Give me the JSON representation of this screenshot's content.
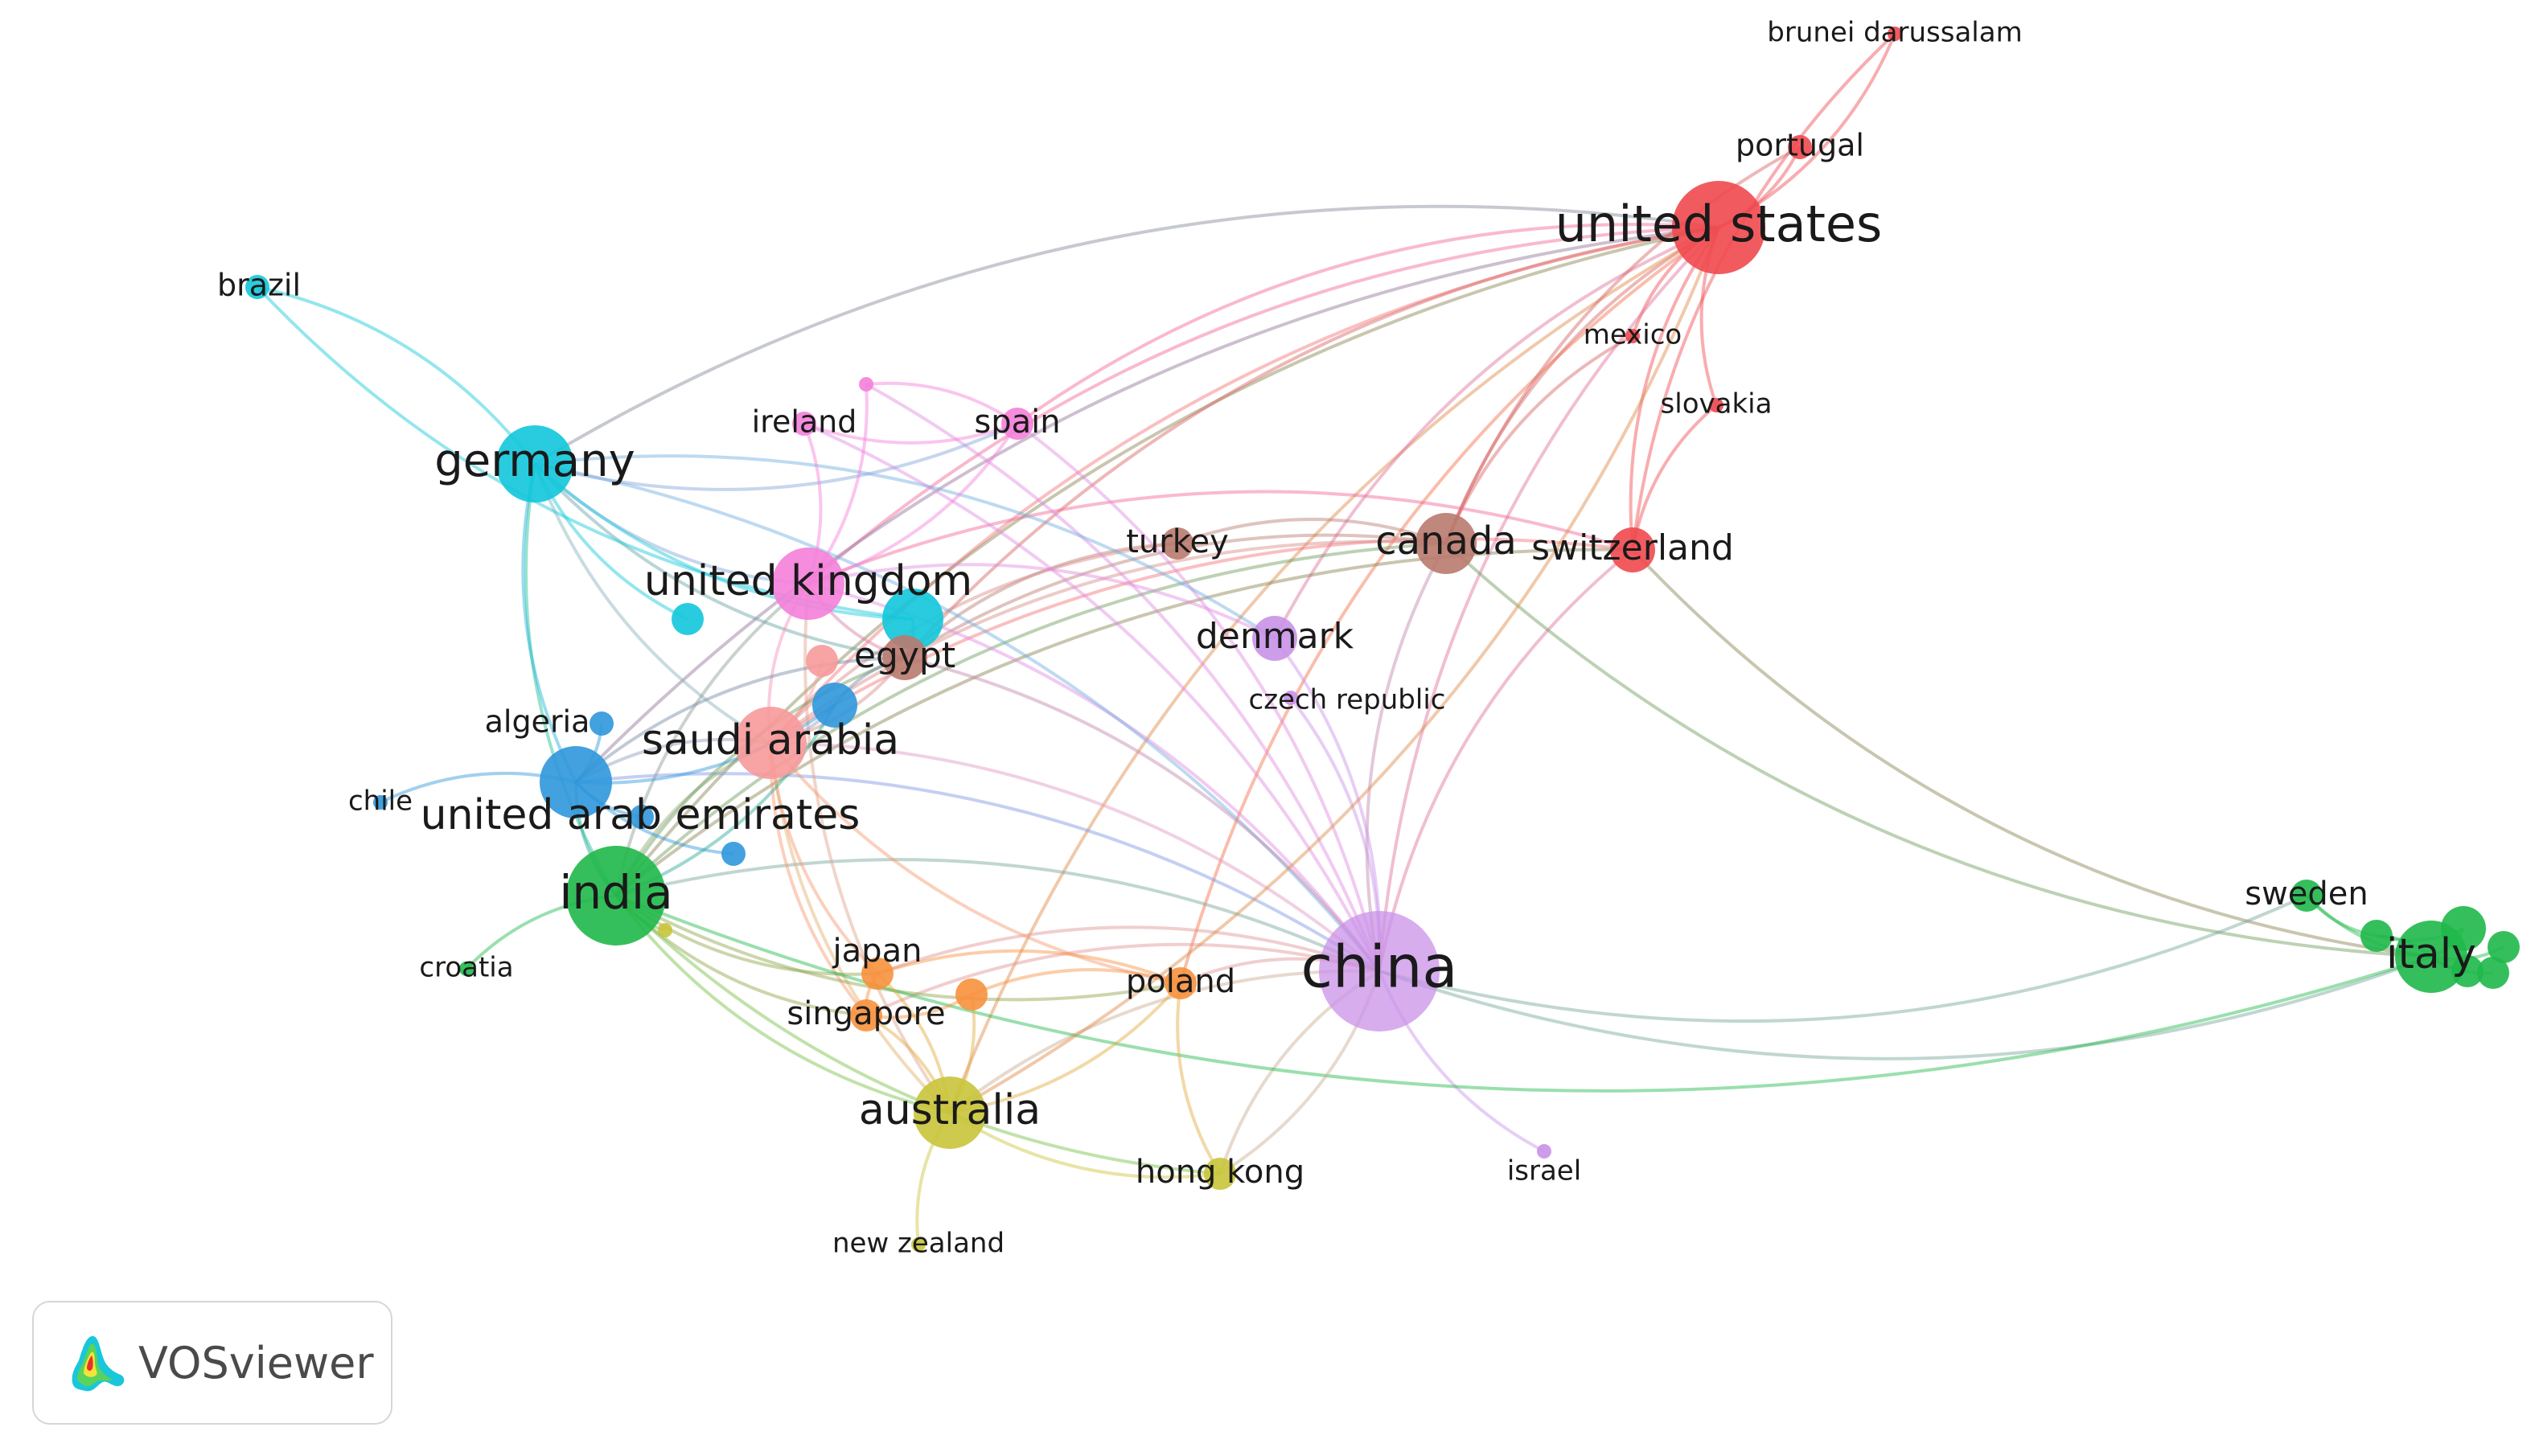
{
  "app": {
    "name": "VOSviewer"
  },
  "network": {
    "clusters": {
      "red": "#f0494f",
      "green": "#1fb84a",
      "blue": "#2f97dc",
      "olive": "#c9c43a",
      "purple": "#c992e8",
      "cyan": "#12c7da",
      "orange": "#f7913d",
      "brown": "#b97a6e",
      "pink": "#f47fd9",
      "salmon": "#f79a9a"
    },
    "nodes": [
      {
        "id": "united-states",
        "label": "united states",
        "cluster": "red",
        "weight": 9
      },
      {
        "id": "brunei",
        "label": "brunei darussalam",
        "cluster": "red",
        "weight": 1
      },
      {
        "id": "portugal",
        "label": "portugal",
        "cluster": "red",
        "weight": 2
      },
      {
        "id": "mexico",
        "label": "mexico",
        "cluster": "red",
        "weight": 1
      },
      {
        "id": "slovakia",
        "label": "slovakia",
        "cluster": "red",
        "weight": 1
      },
      {
        "id": "switzerland",
        "label": "switzerland",
        "cluster": "red",
        "weight": 4
      },
      {
        "id": "canada",
        "label": "canada",
        "cluster": "brown",
        "weight": 5
      },
      {
        "id": "turkey",
        "label": "turkey",
        "cluster": "brown",
        "weight": 3
      },
      {
        "id": "egypt",
        "label": "egypt",
        "cluster": "brown",
        "weight": 4
      },
      {
        "id": "china",
        "label": "china",
        "cluster": "purple",
        "weight": 10
      },
      {
        "id": "denmark",
        "label": "denmark",
        "cluster": "purple",
        "weight": 4
      },
      {
        "id": "czech-republic",
        "label": "czech republic",
        "cluster": "purple",
        "weight": 1
      },
      {
        "id": "israel",
        "label": "israel",
        "cluster": "purple",
        "weight": 1
      },
      {
        "id": "germany",
        "label": "germany",
        "cluster": "cyan",
        "weight": 7
      },
      {
        "id": "brazil",
        "label": "brazil",
        "cluster": "cyan",
        "weight": 2
      },
      {
        "id": "cyan-a",
        "label": "",
        "cluster": "cyan",
        "weight": 3
      },
      {
        "id": "cyan-b",
        "label": "",
        "cluster": "cyan",
        "weight": 5
      },
      {
        "id": "united-kingdom",
        "label": "united kingdom",
        "cluster": "pink",
        "weight": 6
      },
      {
        "id": "ireland",
        "label": "ireland",
        "cluster": "pink",
        "weight": 2
      },
      {
        "id": "spain",
        "label": "spain",
        "cluster": "pink",
        "weight": 3
      },
      {
        "id": "pink-a",
        "label": "",
        "cluster": "pink",
        "weight": 1
      },
      {
        "id": "saudi-arabia",
        "label": "saudi arabia",
        "cluster": "salmon",
        "weight": 6
      },
      {
        "id": "salmon-a",
        "label": "",
        "cluster": "salmon",
        "weight": 3
      },
      {
        "id": "blue-a",
        "label": "",
        "cluster": "blue",
        "weight": 4
      },
      {
        "id": "uae",
        "label": "united arab emirates",
        "cluster": "blue",
        "weight": 6
      },
      {
        "id": "algeria",
        "label": "algeria",
        "cluster": "blue",
        "weight": 2
      },
      {
        "id": "chile",
        "label": "chile",
        "cluster": "blue",
        "weight": 1
      },
      {
        "id": "blue-b",
        "label": "",
        "cluster": "blue",
        "weight": 2
      },
      {
        "id": "blue-c",
        "label": "",
        "cluster": "blue",
        "weight": 2
      },
      {
        "id": "india",
        "label": "india",
        "cluster": "green",
        "weight": 8
      },
      {
        "id": "croatia",
        "label": "croatia",
        "cluster": "green",
        "weight": 1
      },
      {
        "id": "japan",
        "label": "japan",
        "cluster": "orange",
        "weight": 3
      },
      {
        "id": "singapore",
        "label": "singapore",
        "cluster": "orange",
        "weight": 3
      },
      {
        "id": "poland",
        "label": "poland",
        "cluster": "orange",
        "weight": 3
      },
      {
        "id": "orange-a",
        "label": "",
        "cluster": "orange",
        "weight": 3
      },
      {
        "id": "australia",
        "label": "australia",
        "cluster": "olive",
        "weight": 6
      },
      {
        "id": "hong-kong",
        "label": "hong kong",
        "cluster": "olive",
        "weight": 3
      },
      {
        "id": "new-zealand",
        "label": "new zealand",
        "cluster": "olive",
        "weight": 1
      },
      {
        "id": "olive-a",
        "label": "",
        "cluster": "olive",
        "weight": 1
      },
      {
        "id": "sweden",
        "label": "sweden",
        "cluster": "green",
        "weight": 3
      },
      {
        "id": "italy",
        "label": "italy",
        "cluster": "green",
        "weight": 6
      },
      {
        "id": "green-a",
        "label": "",
        "cluster": "green",
        "weight": 3
      },
      {
        "id": "green-b",
        "label": "",
        "cluster": "green",
        "weight": 4
      },
      {
        "id": "green-c",
        "label": "",
        "cluster": "green",
        "weight": 3
      },
      {
        "id": "green-d",
        "label": "",
        "cluster": "green",
        "weight": 3
      },
      {
        "id": "green-e",
        "label": "",
        "cluster": "green",
        "weight": 3
      }
    ],
    "links": [
      [
        "united-states",
        "brunei"
      ],
      [
        "united-states",
        "portugal"
      ],
      [
        "united-states",
        "mexico"
      ],
      [
        "united-states",
        "slovakia"
      ],
      [
        "united-states",
        "switzerland"
      ],
      [
        "united-states",
        "canada"
      ],
      [
        "united-states",
        "china"
      ],
      [
        "united-states",
        "germany"
      ],
      [
        "united-states",
        "united-kingdom"
      ],
      [
        "united-states",
        "saudi-arabia"
      ],
      [
        "united-states",
        "india"
      ],
      [
        "united-states",
        "egypt"
      ],
      [
        "united-states",
        "australia"
      ],
      [
        "united-states",
        "poland"
      ],
      [
        "united-states",
        "spain"
      ],
      [
        "united-states",
        "denmark"
      ],
      [
        "united-states",
        "uae"
      ],
      [
        "brunei",
        "switzerland"
      ],
      [
        "portugal",
        "canada"
      ],
      [
        "mexico",
        "canada"
      ],
      [
        "slovakia",
        "switzerland"
      ],
      [
        "switzerland",
        "china"
      ],
      [
        "switzerland",
        "italy"
      ],
      [
        "switzerland",
        "saudi-arabia"
      ],
      [
        "switzerland",
        "india"
      ],
      [
        "switzerland",
        "united-kingdom"
      ],
      [
        "canada",
        "china"
      ],
      [
        "canada",
        "italy"
      ],
      [
        "canada",
        "egypt"
      ],
      [
        "canada",
        "saudi-arabia"
      ],
      [
        "canada",
        "india"
      ],
      [
        "canada",
        "turkey"
      ],
      [
        "turkey",
        "egypt"
      ],
      [
        "turkey",
        "saudi-arabia"
      ],
      [
        "china",
        "india"
      ],
      [
        "china",
        "saudi-arabia"
      ],
      [
        "china",
        "united-kingdom"
      ],
      [
        "china",
        "germany"
      ],
      [
        "china",
        "australia"
      ],
      [
        "china",
        "hong-kong"
      ],
      [
        "china",
        "israel"
      ],
      [
        "china",
        "denmark"
      ],
      [
        "china",
        "italy"
      ],
      [
        "china",
        "sweden"
      ],
      [
        "china",
        "poland"
      ],
      [
        "china",
        "singapore"
      ],
      [
        "china",
        "japan"
      ],
      [
        "china",
        "uae"
      ],
      [
        "china",
        "spain"
      ],
      [
        "china",
        "ireland"
      ],
      [
        "china",
        "czech-republic"
      ],
      [
        "china",
        "egypt"
      ],
      [
        "china",
        "pink-a"
      ],
      [
        "denmark",
        "united-kingdom"
      ],
      [
        "denmark",
        "germany"
      ],
      [
        "germany",
        "brazil"
      ],
      [
        "germany",
        "united-kingdom"
      ],
      [
        "germany",
        "india"
      ],
      [
        "germany",
        "saudi-arabia"
      ],
      [
        "germany",
        "uae"
      ],
      [
        "germany",
        "cyan-a"
      ],
      [
        "germany",
        "cyan-b"
      ],
      [
        "germany",
        "egypt"
      ],
      [
        "germany",
        "spain"
      ],
      [
        "brazil",
        "cyan-b"
      ],
      [
        "united-kingdom",
        "ireland"
      ],
      [
        "united-kingdom",
        "spain"
      ],
      [
        "united-kingdom",
        "saudi-arabia"
      ],
      [
        "united-kingdom",
        "india"
      ],
      [
        "united-kingdom",
        "egypt"
      ],
      [
        "united-kingdom",
        "australia"
      ],
      [
        "united-kingdom",
        "pink-a"
      ],
      [
        "ireland",
        "spain"
      ],
      [
        "spain",
        "pink-a"
      ],
      [
        "saudi-arabia",
        "egypt"
      ],
      [
        "saudi-arabia",
        "india"
      ],
      [
        "saudi-arabia",
        "uae"
      ],
      [
        "saudi-arabia",
        "australia"
      ],
      [
        "saudi-arabia",
        "poland"
      ],
      [
        "saudi-arabia",
        "japan"
      ],
      [
        "saudi-arabia",
        "singapore"
      ],
      [
        "saudi-arabia",
        "salmon-a"
      ],
      [
        "saudi-arabia",
        "blue-a"
      ],
      [
        "egypt",
        "india"
      ],
      [
        "egypt",
        "uae"
      ],
      [
        "egypt",
        "cyan-b"
      ],
      [
        "egypt",
        "blue-a"
      ],
      [
        "uae",
        "india"
      ],
      [
        "uae",
        "algeria"
      ],
      [
        "uae",
        "chile"
      ],
      [
        "uae",
        "blue-a"
      ],
      [
        "uae",
        "blue-b"
      ],
      [
        "uae",
        "blue-c"
      ],
      [
        "india",
        "croatia"
      ],
      [
        "india",
        "australia"
      ],
      [
        "india",
        "japan"
      ],
      [
        "india",
        "singapore"
      ],
      [
        "india",
        "poland"
      ],
      [
        "india",
        "hong-kong"
      ],
      [
        "india",
        "olive-a"
      ],
      [
        "india",
        "italy"
      ],
      [
        "india",
        "blue-a"
      ],
      [
        "australia",
        "hong-kong"
      ],
      [
        "australia",
        "new-zealand"
      ],
      [
        "australia",
        "singapore"
      ],
      [
        "australia",
        "japan"
      ],
      [
        "australia",
        "poland"
      ],
      [
        "australia",
        "orange-a"
      ],
      [
        "australia",
        "united-states"
      ],
      [
        "poland",
        "japan"
      ],
      [
        "poland",
        "orange-a"
      ],
      [
        "poland",
        "hong-kong"
      ],
      [
        "japan",
        "singapore"
      ],
      [
        "singapore",
        "orange-a"
      ],
      [
        "sweden",
        "italy"
      ],
      [
        "italy",
        "green-a"
      ],
      [
        "italy",
        "green-b"
      ],
      [
        "italy",
        "green-c"
      ],
      [
        "italy",
        "green-d"
      ],
      [
        "italy",
        "green-e"
      ],
      [
        "green-a",
        "green-b"
      ],
      [
        "sweden",
        "green-a"
      ],
      [
        "hong-kong",
        "china"
      ]
    ]
  }
}
